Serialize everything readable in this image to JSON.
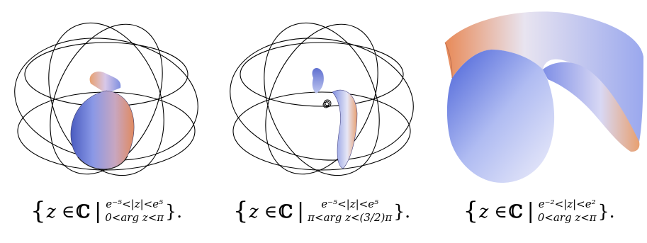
{
  "captions": [
    {
      "open": "{",
      "z_in": "z ∈",
      "set": "ℂ",
      "bar": "|",
      "top": "e⁻⁵<|z|<e⁵",
      "bottom": "0<arg z<π",
      "close": "}."
    },
    {
      "open": "{",
      "z_in": "z ∈",
      "set": "ℂ",
      "bar": "|",
      "top": "e⁻⁵<|z|<e⁵",
      "bottom": "π<arg z<(3/2)π",
      "close": "}."
    },
    {
      "open": "{",
      "z_in": "z ∈",
      "set": "ℂ",
      "bar": "|",
      "top": "e⁻²<|z|<e²",
      "bottom": "0<arg z<π",
      "close": "}."
    }
  ],
  "colors": {
    "wireframe": "#000000",
    "surface_blue": "#7f8fe0",
    "surface_light": "#e8eaf8",
    "surface_orange": "#e89068",
    "surface_dark": "#4a5cc0"
  }
}
